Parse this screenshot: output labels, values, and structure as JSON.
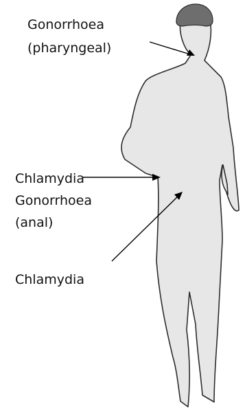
{
  "labels": {
    "pharyngeal_line1": "Gonorrhoea",
    "pharyngeal_line2": "(pharyngeal)",
    "anal_line1": "Chlamydia",
    "anal_line2": "Gonorrhoea",
    "anal_line3": "(anal)",
    "urethral_line1": "Chlamydia"
  },
  "colors": {
    "body_fill": "#e7e7e7",
    "outline": "#2c2c2c",
    "cap": "#6e6e6e",
    "text": "#111111"
  }
}
